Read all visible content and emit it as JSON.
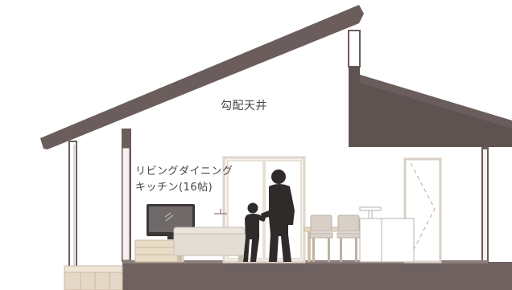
{
  "labels": {
    "ceiling": "勾配天井",
    "room_line1": "リビングダイニング",
    "room_line2": "キッチン(16帖)"
  },
  "colors": {
    "wall": "#6b5d5c",
    "wall_dark": "#5f5352",
    "floor_slab": "#6e6160",
    "sofa": "#e3ddd5",
    "tv_stand": "#e9dcc6",
    "chair": "#d8cfc6",
    "people": "#2f2b2b",
    "door_frame": "#e8e0d6",
    "outline": "#4a4645"
  }
}
